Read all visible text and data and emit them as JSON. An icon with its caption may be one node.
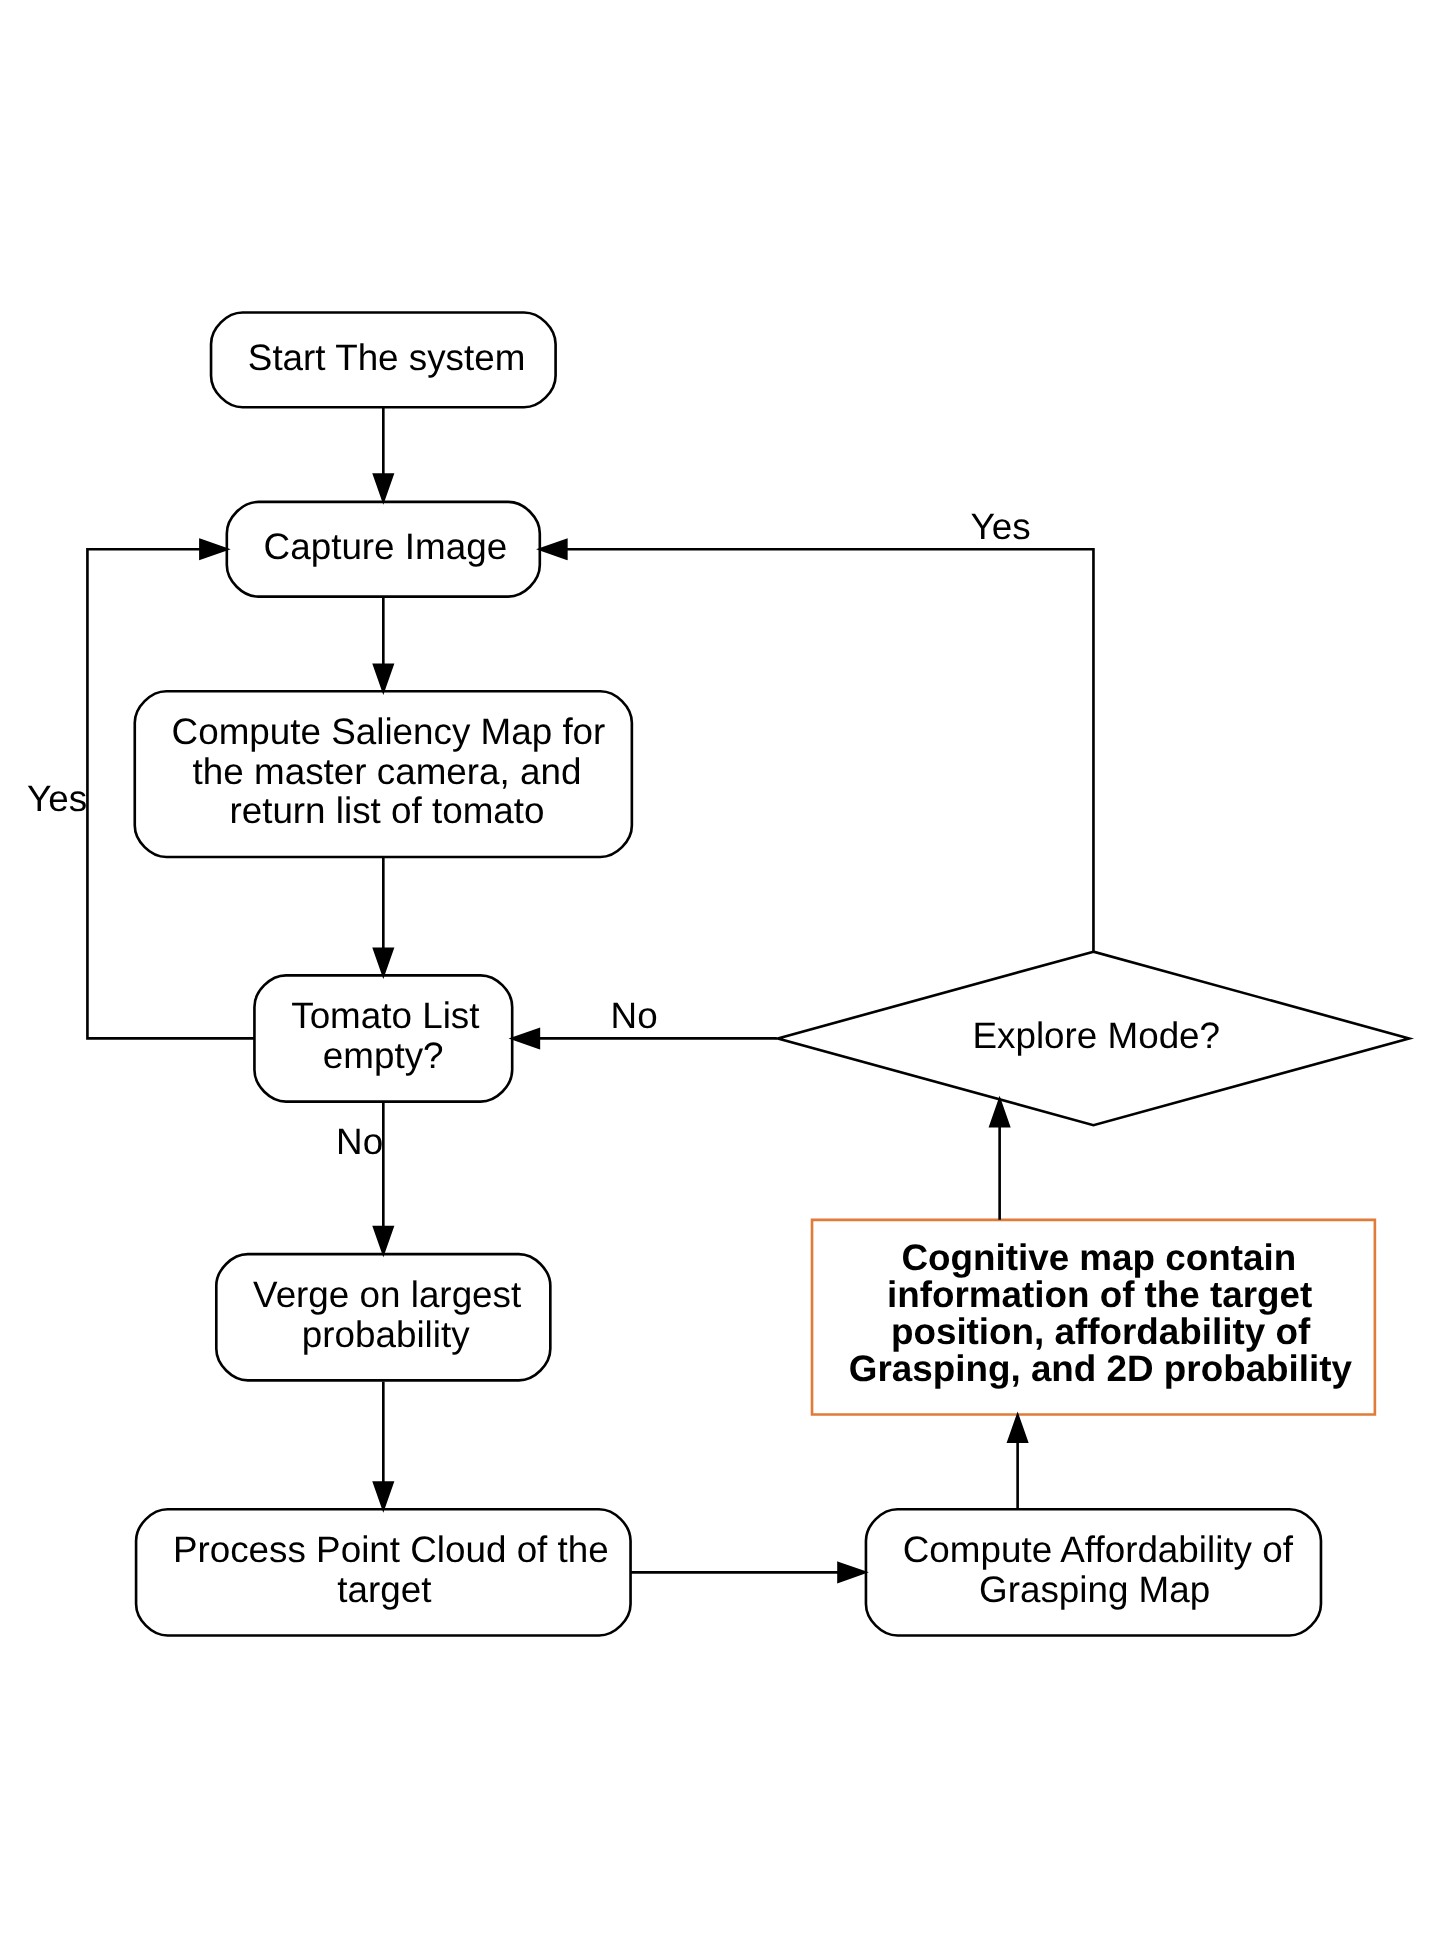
{
  "diagram": {
    "nodes": [
      {
        "text": [
          "Start The system"
        ]
      },
      {
        "text": [
          "Capture Image"
        ]
      },
      {
        "text": [
          "Compute Saliency Map for the master camera, and return list of tomato"
        ]
      },
      {
        "text": [
          "Tomato List empty?"
        ]
      },
      {
        "text": [
          "Verge on largest probability"
        ]
      },
      {
        "text": [
          "Process Point Cloud of the target"
        ]
      },
      {
        "text": [
          "Compute Affordability of Grasping Map"
        ]
      },
      {
        "text": [
          "Cognitive map contain information of the target position, affordability of Grasping, and 2D probability"
        ]
      },
      {
        "text": [
          "Explore Mode?"
        ]
      }
    ],
    "edges": [
      {
        "from": 0,
        "to": 1,
        "arrow": "to"
      },
      {
        "from": 1,
        "to": 2,
        "arrow": "to"
      },
      {
        "from": 2,
        "to": 3,
        "arrow": "to"
      },
      {
        "from": 3,
        "to": 1,
        "arrow": "to",
        "label": "Yes"
      },
      {
        "from": 3,
        "to": 4,
        "arrow": "to",
        "label": "No"
      },
      {
        "from": 4,
        "to": 5,
        "arrow": "to"
      },
      {
        "from": 5,
        "to": 6,
        "arrow": "to"
      },
      {
        "from": 6,
        "to": 7,
        "arrow": "to"
      },
      {
        "from": 7,
        "to": 8,
        "arrow": "to"
      },
      {
        "from": 8,
        "to": 3,
        "arrow": "to",
        "label": "No"
      },
      {
        "from": 8,
        "to": 1,
        "arrow": "to",
        "label": "Yes"
      }
    ]
  }
}
